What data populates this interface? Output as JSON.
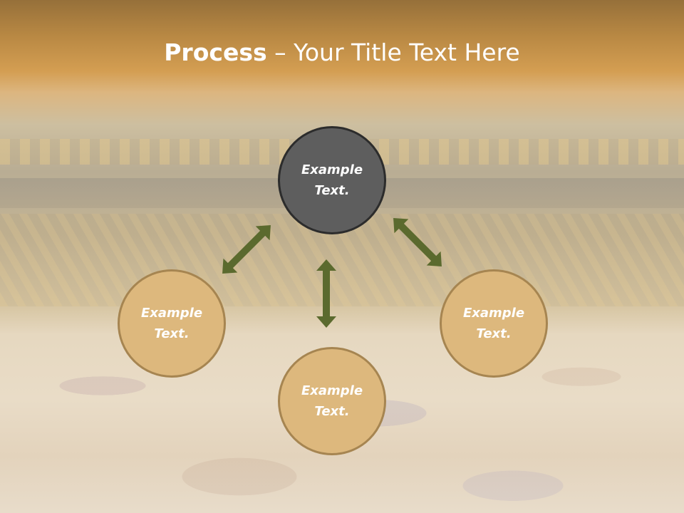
{
  "slide": {
    "title_bold": "Process",
    "title_rest": " – Your Title Text Here"
  },
  "nodes": {
    "top": {
      "line1": "Example",
      "line2": "Text."
    },
    "left": {
      "line1": "Example",
      "line2": "Text."
    },
    "bottom": {
      "line1": "Example",
      "line2": "Text."
    },
    "right": {
      "line1": "Example",
      "line2": "Text."
    }
  },
  "colors": {
    "center_fill": "#5e5e5e",
    "outer_fill": "#ddb87d",
    "arrow": "#5b6a2e"
  }
}
